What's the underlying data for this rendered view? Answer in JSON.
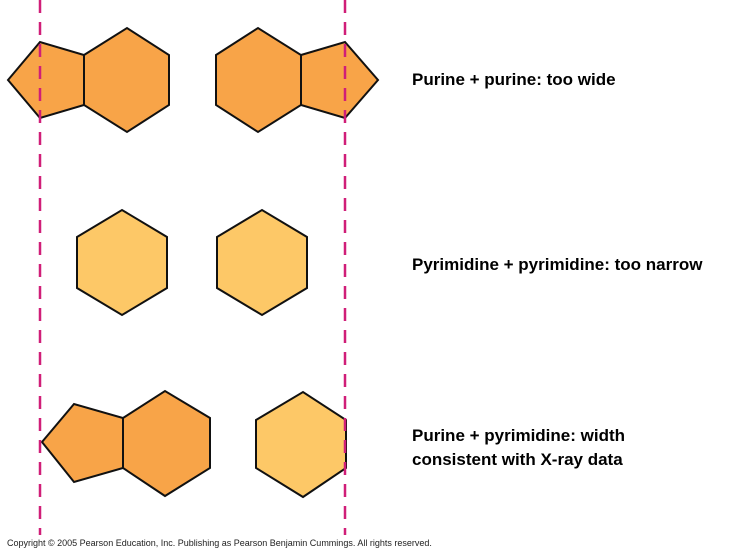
{
  "labels": {
    "row1": "Purine + purine: too wide",
    "row2": "Pyrimidine + pyrimidine: too narrow",
    "row3_line1": "Purine + pyrimidine: width",
    "row3_line2": "consistent with X-ray data"
  },
  "copyright": "Copyright © 2005 Pearson Education, Inc. Publishing as Pearson Benjamin Cummings. All rights reserved.",
  "colors": {
    "purine": "#F8A448",
    "pyrimidine": "#FDC867",
    "guide_line": "#D01E78",
    "outline": "#111111"
  }
}
